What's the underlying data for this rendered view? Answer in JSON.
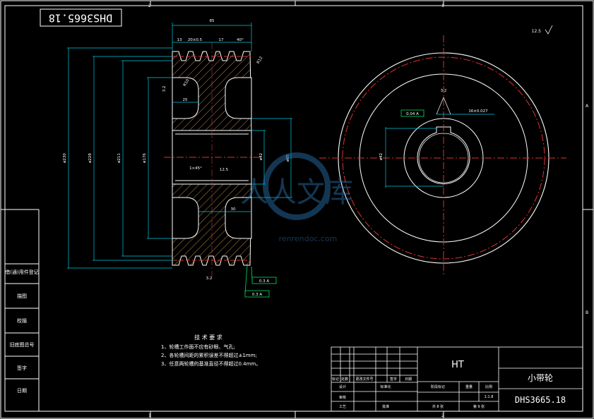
{
  "drawing_number": "DHS3665.18",
  "drawing_number_rotated": "DHS3665.18",
  "part_name": "小带轮",
  "material": "HT",
  "side_labels": [
    "借(通)用件登记",
    "描图",
    "校描",
    "旧底图总号",
    "签字",
    "日期"
  ],
  "zone_marks": {
    "top_left": "2",
    "top_right": "1",
    "bottom_left": "1",
    "bottom_right": "2",
    "right_a": "A",
    "right_b": "B"
  },
  "title_block": {
    "row1": [
      "标记",
      "处数",
      "更改文件号",
      "签字",
      "日期"
    ],
    "row2": [
      "设计",
      "",
      "标准化",
      "",
      "阶段标记",
      "重量",
      "比例"
    ],
    "scale": "1:1.8",
    "row3": [
      "审核"
    ],
    "row4": [
      "工艺",
      "",
      "批准",
      "共 8 张",
      "第 9 张"
    ]
  },
  "tech_req": {
    "title": "技 术 要 求",
    "items": [
      "1、轮槽工作面不应有砂眼、气孔;",
      "2、各轮槽间距的累积误差不得超过±1mm;",
      "3、任意两轮槽的基准直径不得超过0.4mm。"
    ]
  },
  "dims": {
    "width_total": "85",
    "groove_13": "13",
    "groove_pitch": "20±0.5",
    "groove_17": "17",
    "angle_40": "40°",
    "dia_outer": "ø230",
    "dia_pitch": "ø228",
    "dia_211": "ø211",
    "dia_176": "ø176",
    "dia_bore": "ø42",
    "dia_85": "ø85",
    "rib_25": "25",
    "rib_30": "30",
    "chamfer": "1×45°",
    "r10": "R10",
    "r12": "R12",
    "rough": "12.5",
    "rough2": "3.2",
    "tol1": "0.3 A",
    "tol2": "0.3 A",
    "key_tol": "0.04 A",
    "key_width": "16±0.027"
  },
  "watermark": {
    "text": "人人文库",
    "sub": "renrendoc.com"
  }
}
